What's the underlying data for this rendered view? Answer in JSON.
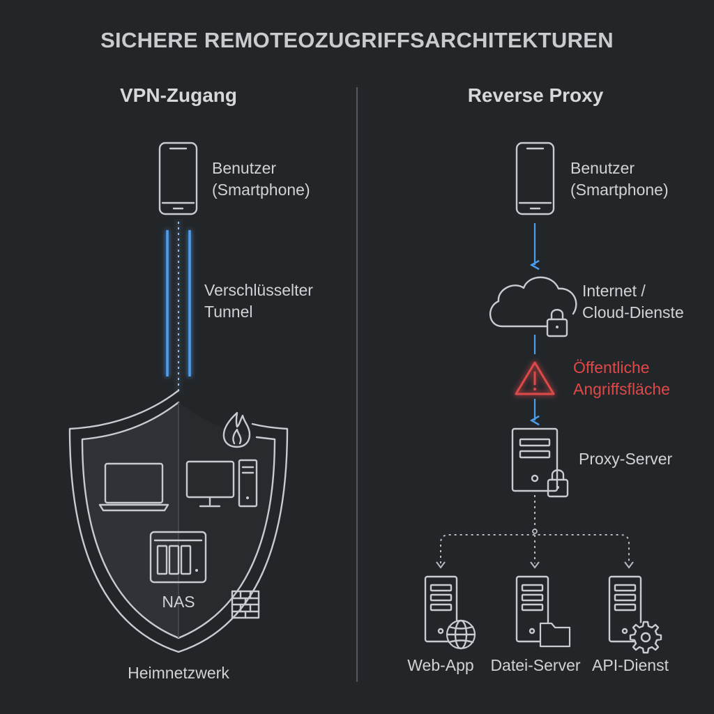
{
  "title": "SICHERE REMOTEOZUGRIFFSARCHITEKTUREN",
  "colors": {
    "background": "#232629",
    "line": "#c8ccd0",
    "tunnel_blue": "#4d9ef0",
    "warning_red": "#e04848"
  },
  "vpn": {
    "heading": "VPN-Zugang",
    "user_label_line1": "Benutzer",
    "user_label_line2": "(Smartphone)",
    "tunnel_label_line1": "Verschlüsselter",
    "tunnel_label_line2": "Tunnel",
    "nas_label": "NAS",
    "network_label": "Heimnetzwerk",
    "icons": [
      "smartphone-icon",
      "shield-icon",
      "flame-icon",
      "laptop-icon",
      "desktop-icon",
      "nas-icon",
      "firewall-brick-icon"
    ]
  },
  "proxy": {
    "heading": "Reverse Proxy",
    "user_label_line1": "Benutzer",
    "user_label_line2": "(Smartphone)",
    "cloud_label_line1": "Internet /",
    "cloud_label_line2": "Cloud-Dienste",
    "warning_label_line1": "Öffentliche",
    "warning_label_line2": "Angriffsfläche",
    "proxy_label": "Proxy-Server",
    "backends": [
      {
        "label": "Web-App",
        "icon": "globe-icon"
      },
      {
        "label": "Datei-Server",
        "icon": "folder-icon"
      },
      {
        "label": "API-Dienst",
        "icon": "gear-icon"
      }
    ]
  }
}
